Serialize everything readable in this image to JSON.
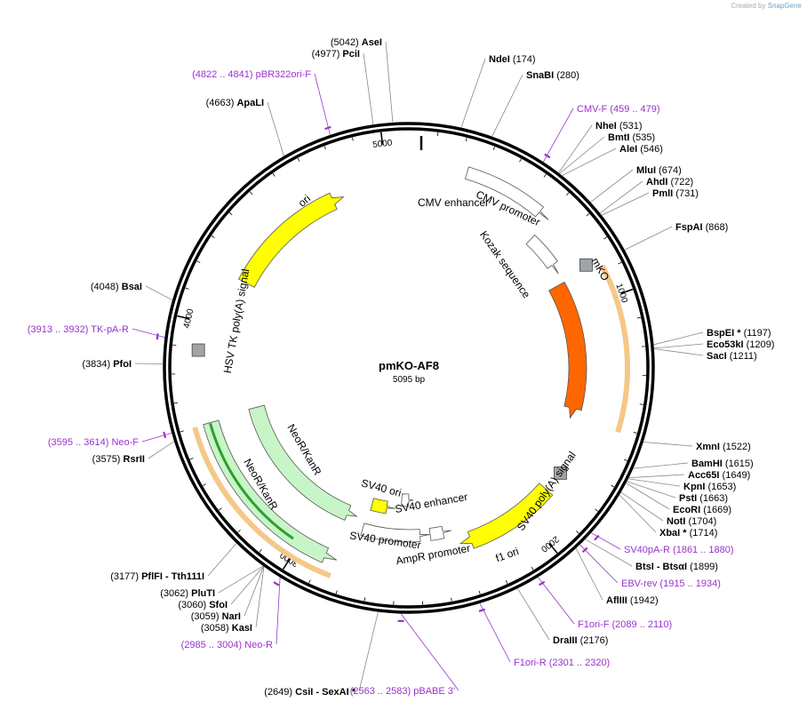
{
  "watermark": {
    "prefix": "Created by",
    "brand": "SnapGene"
  },
  "plasmid": {
    "name": "pmKO-AF8",
    "length": 5095,
    "length_label": "5095 bp"
  },
  "ticks": [
    "1000",
    "2000",
    "3000",
    "4000",
    "5000"
  ],
  "colors": {
    "mKO": "#ff6600",
    "ori": "#ffff00",
    "neo": "#c8f5c8",
    "grey": "#a0a4a8",
    "primer": "#9933cc",
    "orf": "#f5c888",
    "orf_inner": "#7a5a00",
    "neo_orf": "#2ca02c"
  },
  "features": [
    {
      "name": "CMV enhancer",
      "start": 235,
      "end": 614,
      "type": "enhancer",
      "label": "CMV enhancer"
    },
    {
      "name": "CMV promoter",
      "start": 615,
      "end": 818,
      "type": "promoter",
      "label": "CMV promoter"
    },
    {
      "name": "mKO",
      "start": 865,
      "end": 1518,
      "type": "cds-orange",
      "label": "mKO"
    },
    {
      "name": "Kozak sequence",
      "start": 858,
      "end": 867,
      "type": "grey",
      "label": "Kozak sequence"
    },
    {
      "name": "SV40 poly(A) signal",
      "start": 1692,
      "end": 1813,
      "type": "grey",
      "label": "SV40 poly(A) signal"
    },
    {
      "name": "f1 ori",
      "start": 1861,
      "end": 2316,
      "type": "ori",
      "label": "f1 ori"
    },
    {
      "name": "AmpR promoter",
      "start": 2340,
      "end": 2444,
      "type": "promoter-rev",
      "label": "AmpR promoter"
    },
    {
      "name": "SV40 promoter",
      "start": 2445,
      "end": 2774,
      "type": "promoter-rev",
      "label": "SV40 promoter"
    },
    {
      "name": "SV40 ori",
      "start": 2626,
      "end": 2761,
      "type": "ori-plain",
      "label": "SV40 ori"
    },
    {
      "name": "SV40 enhancer",
      "start": 2520,
      "end": 2591,
      "type": "enhancer-plain",
      "label": "SV40 enhancer"
    },
    {
      "name": "NeoR/KanR",
      "start": 2822,
      "end": 3616,
      "type": "neo-rev",
      "label": "NeoR/KanR"
    },
    {
      "name": "NeoR/KanR outer",
      "start": 2839,
      "end": 3603,
      "type": "neo-rev",
      "label": "NeoR/KanR"
    },
    {
      "name": "HSV TK poly(A) signal",
      "start": 3850,
      "end": 3868,
      "type": "grey",
      "label": "HSV TK poly(A) signal"
    },
    {
      "name": "ori",
      "start": 4211,
      "end": 4799,
      "type": "ori",
      "label": "ori"
    }
  ],
  "sites": [
    {
      "pos": 5042,
      "name": "AseI",
      "coord": "(5042)",
      "side": "left"
    },
    {
      "pos": 4977,
      "name": "PciI",
      "coord": "(4977)",
      "side": "left"
    },
    {
      "pos": 4663,
      "name": "ApaLI",
      "coord": "(4663)",
      "side": "left"
    },
    {
      "pos": 4048,
      "name": "BsaI",
      "coord": "(4048)",
      "side": "left"
    },
    {
      "pos": 3834,
      "name": "PfoI",
      "coord": "(3834)",
      "side": "left"
    },
    {
      "pos": 3575,
      "name": "RsrII",
      "coord": "(3575)",
      "side": "left"
    },
    {
      "pos": 3177,
      "name": "PflFI - Tth111I",
      "coord": "(3177)",
      "side": "left"
    },
    {
      "pos": 3062,
      "name": "PluTI",
      "coord": "(3062)",
      "side": "left"
    },
    {
      "pos": 3060,
      "name": "SfoI",
      "coord": "(3060)",
      "side": "left"
    },
    {
      "pos": 3059,
      "name": "NarI",
      "coord": "(3059)",
      "side": "left"
    },
    {
      "pos": 3058,
      "name": "KasI",
      "coord": "(3058)",
      "side": "left"
    },
    {
      "pos": 2649,
      "name": "CsiI - SexAI *",
      "coord": "(2649)",
      "side": "left"
    },
    {
      "pos": 174,
      "name": "NdeI",
      "coord": "(174)",
      "side": "right"
    },
    {
      "pos": 280,
      "name": "SnaBI",
      "coord": "(280)",
      "side": "right"
    },
    {
      "pos": 531,
      "name": "NheI",
      "coord": "(531)",
      "side": "right"
    },
    {
      "pos": 535,
      "name": "BmtI",
      "coord": "(535)",
      "side": "right"
    },
    {
      "pos": 546,
      "name": "AleI",
      "coord": "(546)",
      "side": "right"
    },
    {
      "pos": 674,
      "name": "MluI",
      "coord": "(674)",
      "side": "right"
    },
    {
      "pos": 722,
      "name": "AhdI",
      "coord": "(722)",
      "side": "right"
    },
    {
      "pos": 731,
      "name": "PmlI",
      "coord": "(731)",
      "side": "right"
    },
    {
      "pos": 868,
      "name": "FspAI",
      "coord": "(868)",
      "side": "right"
    },
    {
      "pos": 1197,
      "name": "BspEI *",
      "coord": "(1197)",
      "side": "right"
    },
    {
      "pos": 1209,
      "name": "Eco53kI",
      "coord": "(1209)",
      "side": "right"
    },
    {
      "pos": 1211,
      "name": "SacI",
      "coord": "(1211)",
      "side": "right"
    },
    {
      "pos": 1522,
      "name": "XmnI",
      "coord": "(1522)",
      "side": "right"
    },
    {
      "pos": 1615,
      "name": "BamHI",
      "coord": "(1615)",
      "side": "right"
    },
    {
      "pos": 1649,
      "name": "Acc65I",
      "coord": "(1649)",
      "side": "right"
    },
    {
      "pos": 1653,
      "name": "KpnI",
      "coord": "(1653)",
      "side": "right"
    },
    {
      "pos": 1663,
      "name": "PstI",
      "coord": "(1663)",
      "side": "right"
    },
    {
      "pos": 1669,
      "name": "EcoRI",
      "coord": "(1669)",
      "side": "right"
    },
    {
      "pos": 1704,
      "name": "NotI",
      "coord": "(1704)",
      "side": "right"
    },
    {
      "pos": 1714,
      "name": "XbaI *",
      "coord": "(1714)",
      "side": "right"
    },
    {
      "pos": 1899,
      "name": "BtsI - BtsαI",
      "coord": "(1899)",
      "side": "right"
    },
    {
      "pos": 1942,
      "name": "AflIII",
      "coord": "(1942)",
      "side": "right"
    },
    {
      "pos": 2176,
      "name": "DraIII",
      "coord": "(2176)",
      "side": "right"
    }
  ],
  "primers": [
    {
      "pos": 4831,
      "name": "pBR322ori-F",
      "coord": "(4822 .. 4841)",
      "side": "left"
    },
    {
      "pos": 3922,
      "name": "TK-pA-R",
      "coord": "(3913 .. 3932)",
      "side": "left"
    },
    {
      "pos": 3604,
      "name": "Neo-F",
      "coord": "(3595 .. 3614)",
      "side": "left"
    },
    {
      "pos": 2994,
      "name": "Neo-R",
      "coord": "(2985 .. 3004)",
      "side": "left"
    },
    {
      "pos": 2573,
      "name": "pBABE 3'",
      "coord": "(2563 .. 2583)",
      "side": "left"
    },
    {
      "pos": 469,
      "name": "CMV-F",
      "coord": "(459 .. 479)",
      "side": "right"
    },
    {
      "pos": 1870,
      "name": "SV40pA-R",
      "coord": "(1861 .. 1880)",
      "side": "right"
    },
    {
      "pos": 1924,
      "name": "EBV-rev",
      "coord": "(1915 .. 1934)",
      "side": "right"
    },
    {
      "pos": 2099,
      "name": "F1ori-F",
      "coord": "(2089 .. 2110)",
      "side": "right"
    },
    {
      "pos": 2310,
      "name": "F1ori-R",
      "coord": "(2301 .. 2320)",
      "side": "right"
    }
  ]
}
